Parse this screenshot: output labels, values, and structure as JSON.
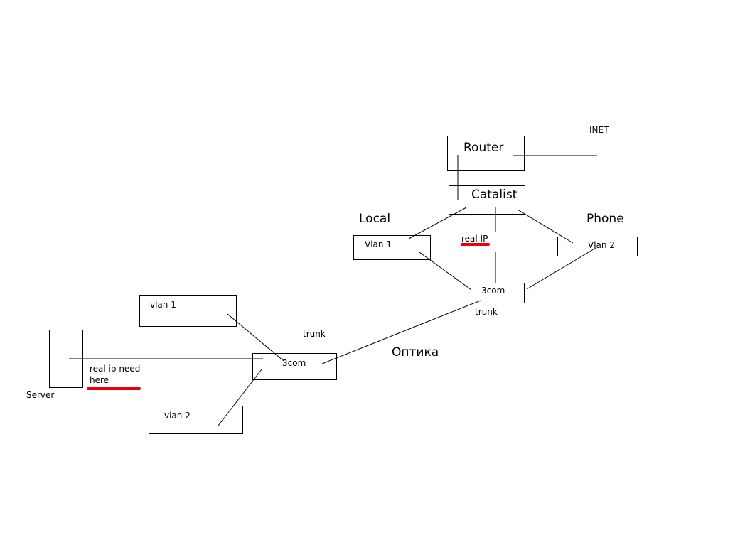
{
  "diagram": {
    "labels": {
      "inet": "INET",
      "router": "Router",
      "catalist": "Catalist",
      "local": "Local",
      "phone": "Phone",
      "vlan1_top": "Vlan 1",
      "vlan2_top": "Vlan 2",
      "real_ip": "real IP",
      "com_top": "3com",
      "trunk_top": "trunk",
      "vlan1_left": "vlan 1",
      "trunk_left": "trunk",
      "optika": "Оптика",
      "com_left": "3com",
      "real_ip_need": "real ip need here",
      "server": "Server",
      "vlan2_left": "vlan 2"
    },
    "colors": {
      "line": "#000000",
      "highlight": "#e8000b",
      "background": "#ffffff"
    }
  }
}
